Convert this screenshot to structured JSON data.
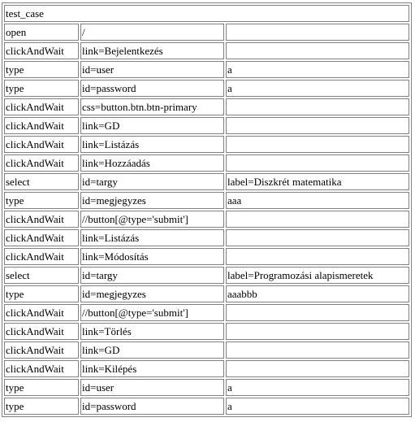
{
  "title": "test_case",
  "commands": [
    {
      "command": "open",
      "target": "/",
      "value": ""
    },
    {
      "command": "clickAndWait",
      "target": "link=Bejelentkezés",
      "value": ""
    },
    {
      "command": "type",
      "target": "id=user",
      "value": "a"
    },
    {
      "command": "type",
      "target": "id=password",
      "value": "a"
    },
    {
      "command": "clickAndWait",
      "target": "css=button.btn.btn-primary",
      "value": ""
    },
    {
      "command": "clickAndWait",
      "target": "link=GD",
      "value": ""
    },
    {
      "command": "clickAndWait",
      "target": "link=Listázás",
      "value": ""
    },
    {
      "command": "clickAndWait",
      "target": "link=Hozzáadás",
      "value": ""
    },
    {
      "command": "select",
      "target": "id=targy",
      "value": "label=Diszkrét matematika"
    },
    {
      "command": "type",
      "target": "id=megjegyzes",
      "value": "aaa"
    },
    {
      "command": "clickAndWait",
      "target": "//button[@type='submit']",
      "value": ""
    },
    {
      "command": "clickAndWait",
      "target": "link=Listázás",
      "value": ""
    },
    {
      "command": "clickAndWait",
      "target": "link=Módosítás",
      "value": ""
    },
    {
      "command": "select",
      "target": "id=targy",
      "value": "label=Programozási alapismeretek"
    },
    {
      "command": "type",
      "target": "id=megjegyzes",
      "value": "aaabbb"
    },
    {
      "command": "clickAndWait",
      "target": "//button[@type='submit']",
      "value": ""
    },
    {
      "command": "clickAndWait",
      "target": "link=Törlés",
      "value": ""
    },
    {
      "command": "clickAndWait",
      "target": "link=GD",
      "value": ""
    },
    {
      "command": "clickAndWait",
      "target": "link=Kilépés",
      "value": ""
    },
    {
      "command": "type",
      "target": "id=user",
      "value": "a"
    },
    {
      "command": "type",
      "target": "id=password",
      "value": "a"
    }
  ]
}
